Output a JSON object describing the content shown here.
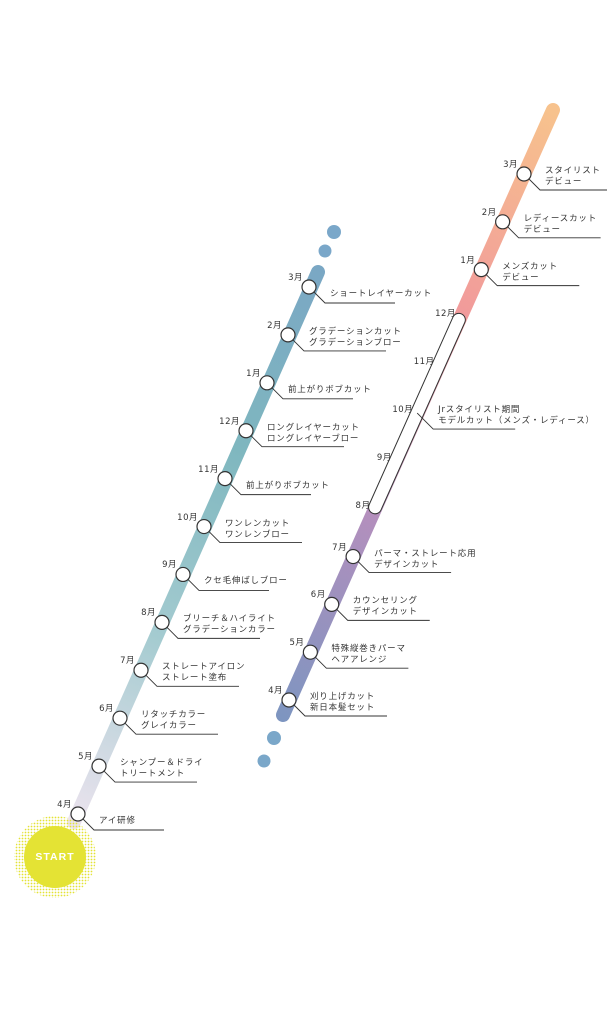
{
  "start": {
    "label": "START",
    "color": "#e4e334"
  },
  "colors": {
    "track_left": [
      "#ebe3ee",
      "#a4cbd0",
      "#7fb7bf",
      "#7aa7c4"
    ],
    "track_right": [
      "#7d95c0",
      "#b38fbd",
      "#f19a9b",
      "#f7c28d"
    ],
    "dots": "#7aa7c9",
    "leader": "#333333"
  },
  "left_track": [
    {
      "month": "4月",
      "lines": [
        "アイ研修"
      ]
    },
    {
      "month": "5月",
      "lines": [
        "シャンプー＆ドライ",
        "トリートメント"
      ]
    },
    {
      "month": "6月",
      "lines": [
        "リタッチカラー",
        "グレイカラー"
      ]
    },
    {
      "month": "7月",
      "lines": [
        "ストレートアイロン",
        "ストレート塗布"
      ]
    },
    {
      "month": "8月",
      "lines": [
        "ブリーチ＆ハイライト",
        "グラデーションカラー"
      ]
    },
    {
      "month": "9月",
      "lines": [
        "クセ毛伸ばしブロー"
      ]
    },
    {
      "month": "10月",
      "lines": [
        "ワンレンカット",
        "ワンレンブロー"
      ]
    },
    {
      "month": "11月",
      "lines": [
        "前上がりボブカット"
      ]
    },
    {
      "month": "12月",
      "lines": [
        "ロングレイヤーカット",
        "ロングレイヤーブロー"
      ]
    },
    {
      "month": "1月",
      "lines": [
        "前上がりボブカット"
      ]
    },
    {
      "month": "2月",
      "lines": [
        "グラデーションカット",
        "グラデーションブロー"
      ]
    },
    {
      "month": "3月",
      "lines": [
        "ショートレイヤーカット"
      ]
    }
  ],
  "right_track": [
    {
      "month": "4月",
      "lines": [
        "刈り上げカット",
        "新日本髪セット"
      ]
    },
    {
      "month": "5月",
      "lines": [
        "特殊縦巻きパーマ",
        "ヘアアレンジ"
      ]
    },
    {
      "month": "6月",
      "lines": [
        "カウンセリング",
        "デザインカット"
      ]
    },
    {
      "month": "7月",
      "lines": [
        "パーマ・ストレート応用",
        "デザインカット"
      ]
    },
    {
      "month": "8月",
      "lines": []
    },
    {
      "month": "9月",
      "lines": []
    },
    {
      "month": "10月",
      "lines": [
        "Jrスタイリスト期間",
        "モデルカット（メンズ・レディース）"
      ]
    },
    {
      "month": "11月",
      "lines": []
    },
    {
      "month": "12月",
      "lines": []
    },
    {
      "month": "1月",
      "lines": [
        "メンズカット",
        "デビュー"
      ]
    },
    {
      "month": "2月",
      "lines": [
        "レディースカット",
        "デビュー"
      ]
    },
    {
      "month": "3月",
      "lines": [
        "スタイリスト",
        "デビュー"
      ]
    }
  ]
}
